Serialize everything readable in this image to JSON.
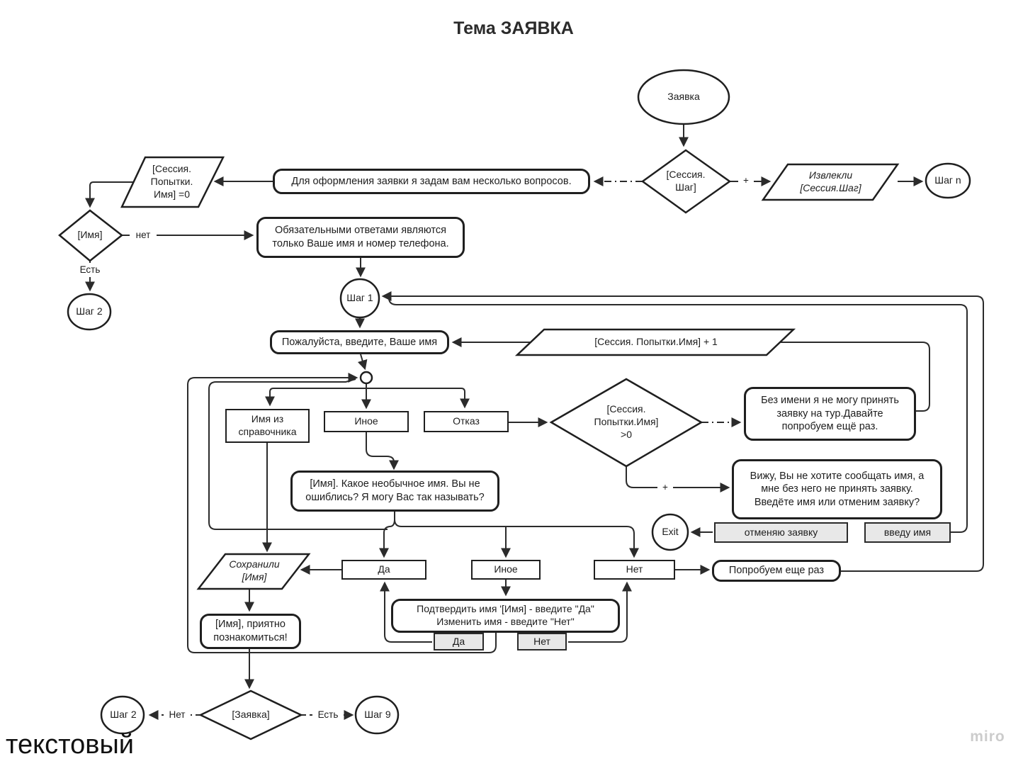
{
  "title": "Тема ЗАЯВКА",
  "corner_text": "текстовый",
  "watermark": "miro",
  "colors": {
    "stroke": "#1f1f1f",
    "line": "#2b2b2b",
    "button_fill": "#e8e8e8",
    "background": "#ffffff",
    "watermark": "#cccccc"
  },
  "nodes": {
    "start": "Заявка",
    "session_shag": "[Сессия.\nШаг]",
    "izvlekli": "Извлекли\n[Сессия.Шаг]",
    "shag_n": "Шаг n",
    "dlya_oformleniya": "Для оформления заявки я задам вам несколько вопросов.",
    "popytki_0": "[Сессия.\nПопытки.\nИмя] =0",
    "imya": "[Имя]",
    "shag_2_top": "Шаг 2",
    "obyazatelnye": "Обязательными ответами являются\nтолько Ваше имя и номер телефона.",
    "shag_1": "Шаг 1",
    "pozhaluysta": "Пожалуйста, введите, Ваше имя",
    "popytki_plus1": "[Сессия. Попытки.Имя] + 1",
    "imya_iz_spravochnika": "Имя из\nсправочника",
    "inoe_top": "Иное",
    "otkaz": "Отказ",
    "popytki_gt0": "[Сессия.\nПопытки.Имя]\n>0",
    "bez_imeni": "Без имени я не могу принять\nзаявку на тур.Давайте\nпопробуем ещё раз.",
    "vizhu": "Вижу, Вы не хотите сообщать имя, а\nмне без него не принять заявку.\nВведёте имя или отменим заявку?",
    "exit": "Exit",
    "otmenyayu_zayavku": "отменяю заявку",
    "vvedu_imya": "введу имя",
    "imya_kakoe": "[Имя]. Какое необычное имя. Вы не\nошиблись? Я могу Вас так называть?",
    "sokhranili": "Сохранили\n[Имя]",
    "da_mid": "Да",
    "inoe_mid": "Иное",
    "net_mid": "Нет",
    "poprobuem": "Попробуем еще раз",
    "podtverdit": "Подтвердить имя '[Имя]  - введите \"Да\"\nИзменить имя - введите \"Нет\"",
    "da_btn": "Да",
    "net_btn": "Нет",
    "priyatno": "[Имя], приятно\nпознакомиться!",
    "zayavka_check": "[Заявка]",
    "shag_2_bottom": "Шаг 2",
    "shag_9": "Шаг 9"
  },
  "edge_labels": {
    "net": "нет",
    "est": "Есть",
    "plus_top": "+",
    "plus_mid": "+",
    "net_bottom": "Нет",
    "est_bottom": "Есть"
  }
}
